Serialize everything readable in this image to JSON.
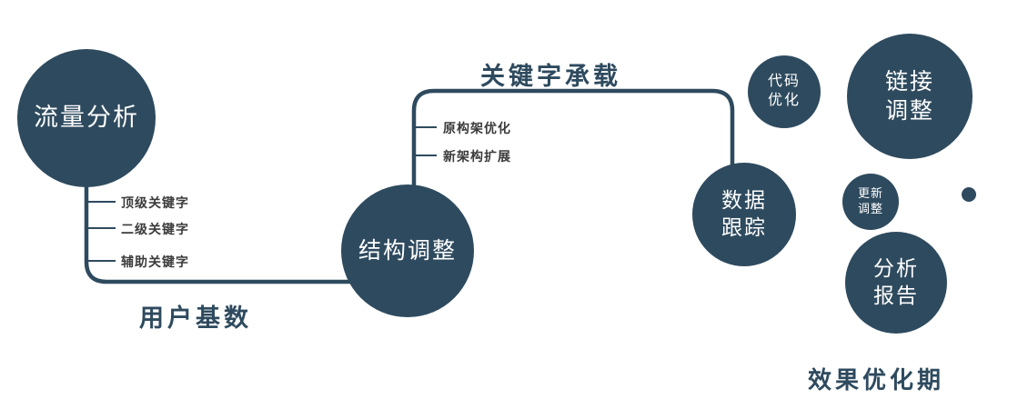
{
  "colors": {
    "accent": "#2e4a5e"
  },
  "nodes": {
    "traffic": {
      "lines": [
        "流量分析"
      ]
    },
    "structure": {
      "lines": [
        "结构调整"
      ]
    },
    "tracking": {
      "lines": [
        "数据",
        "跟踪"
      ]
    },
    "code": {
      "lines": [
        "代码",
        "优化"
      ]
    },
    "link": {
      "lines": [
        "链接",
        "调整"
      ]
    },
    "update": {
      "lines": [
        "更新",
        "调整"
      ]
    },
    "report": {
      "lines": [
        "分析",
        "报告"
      ]
    }
  },
  "edge_labels": {
    "user_base": "用户基数",
    "keyword_carry": "关键字承载"
  },
  "branches": {
    "traffic": [
      "顶级关键字",
      "二级关键字",
      "辅助关键字"
    ],
    "structure": [
      "原构架优化",
      "新架构扩展"
    ]
  },
  "caption": "效果优化期"
}
